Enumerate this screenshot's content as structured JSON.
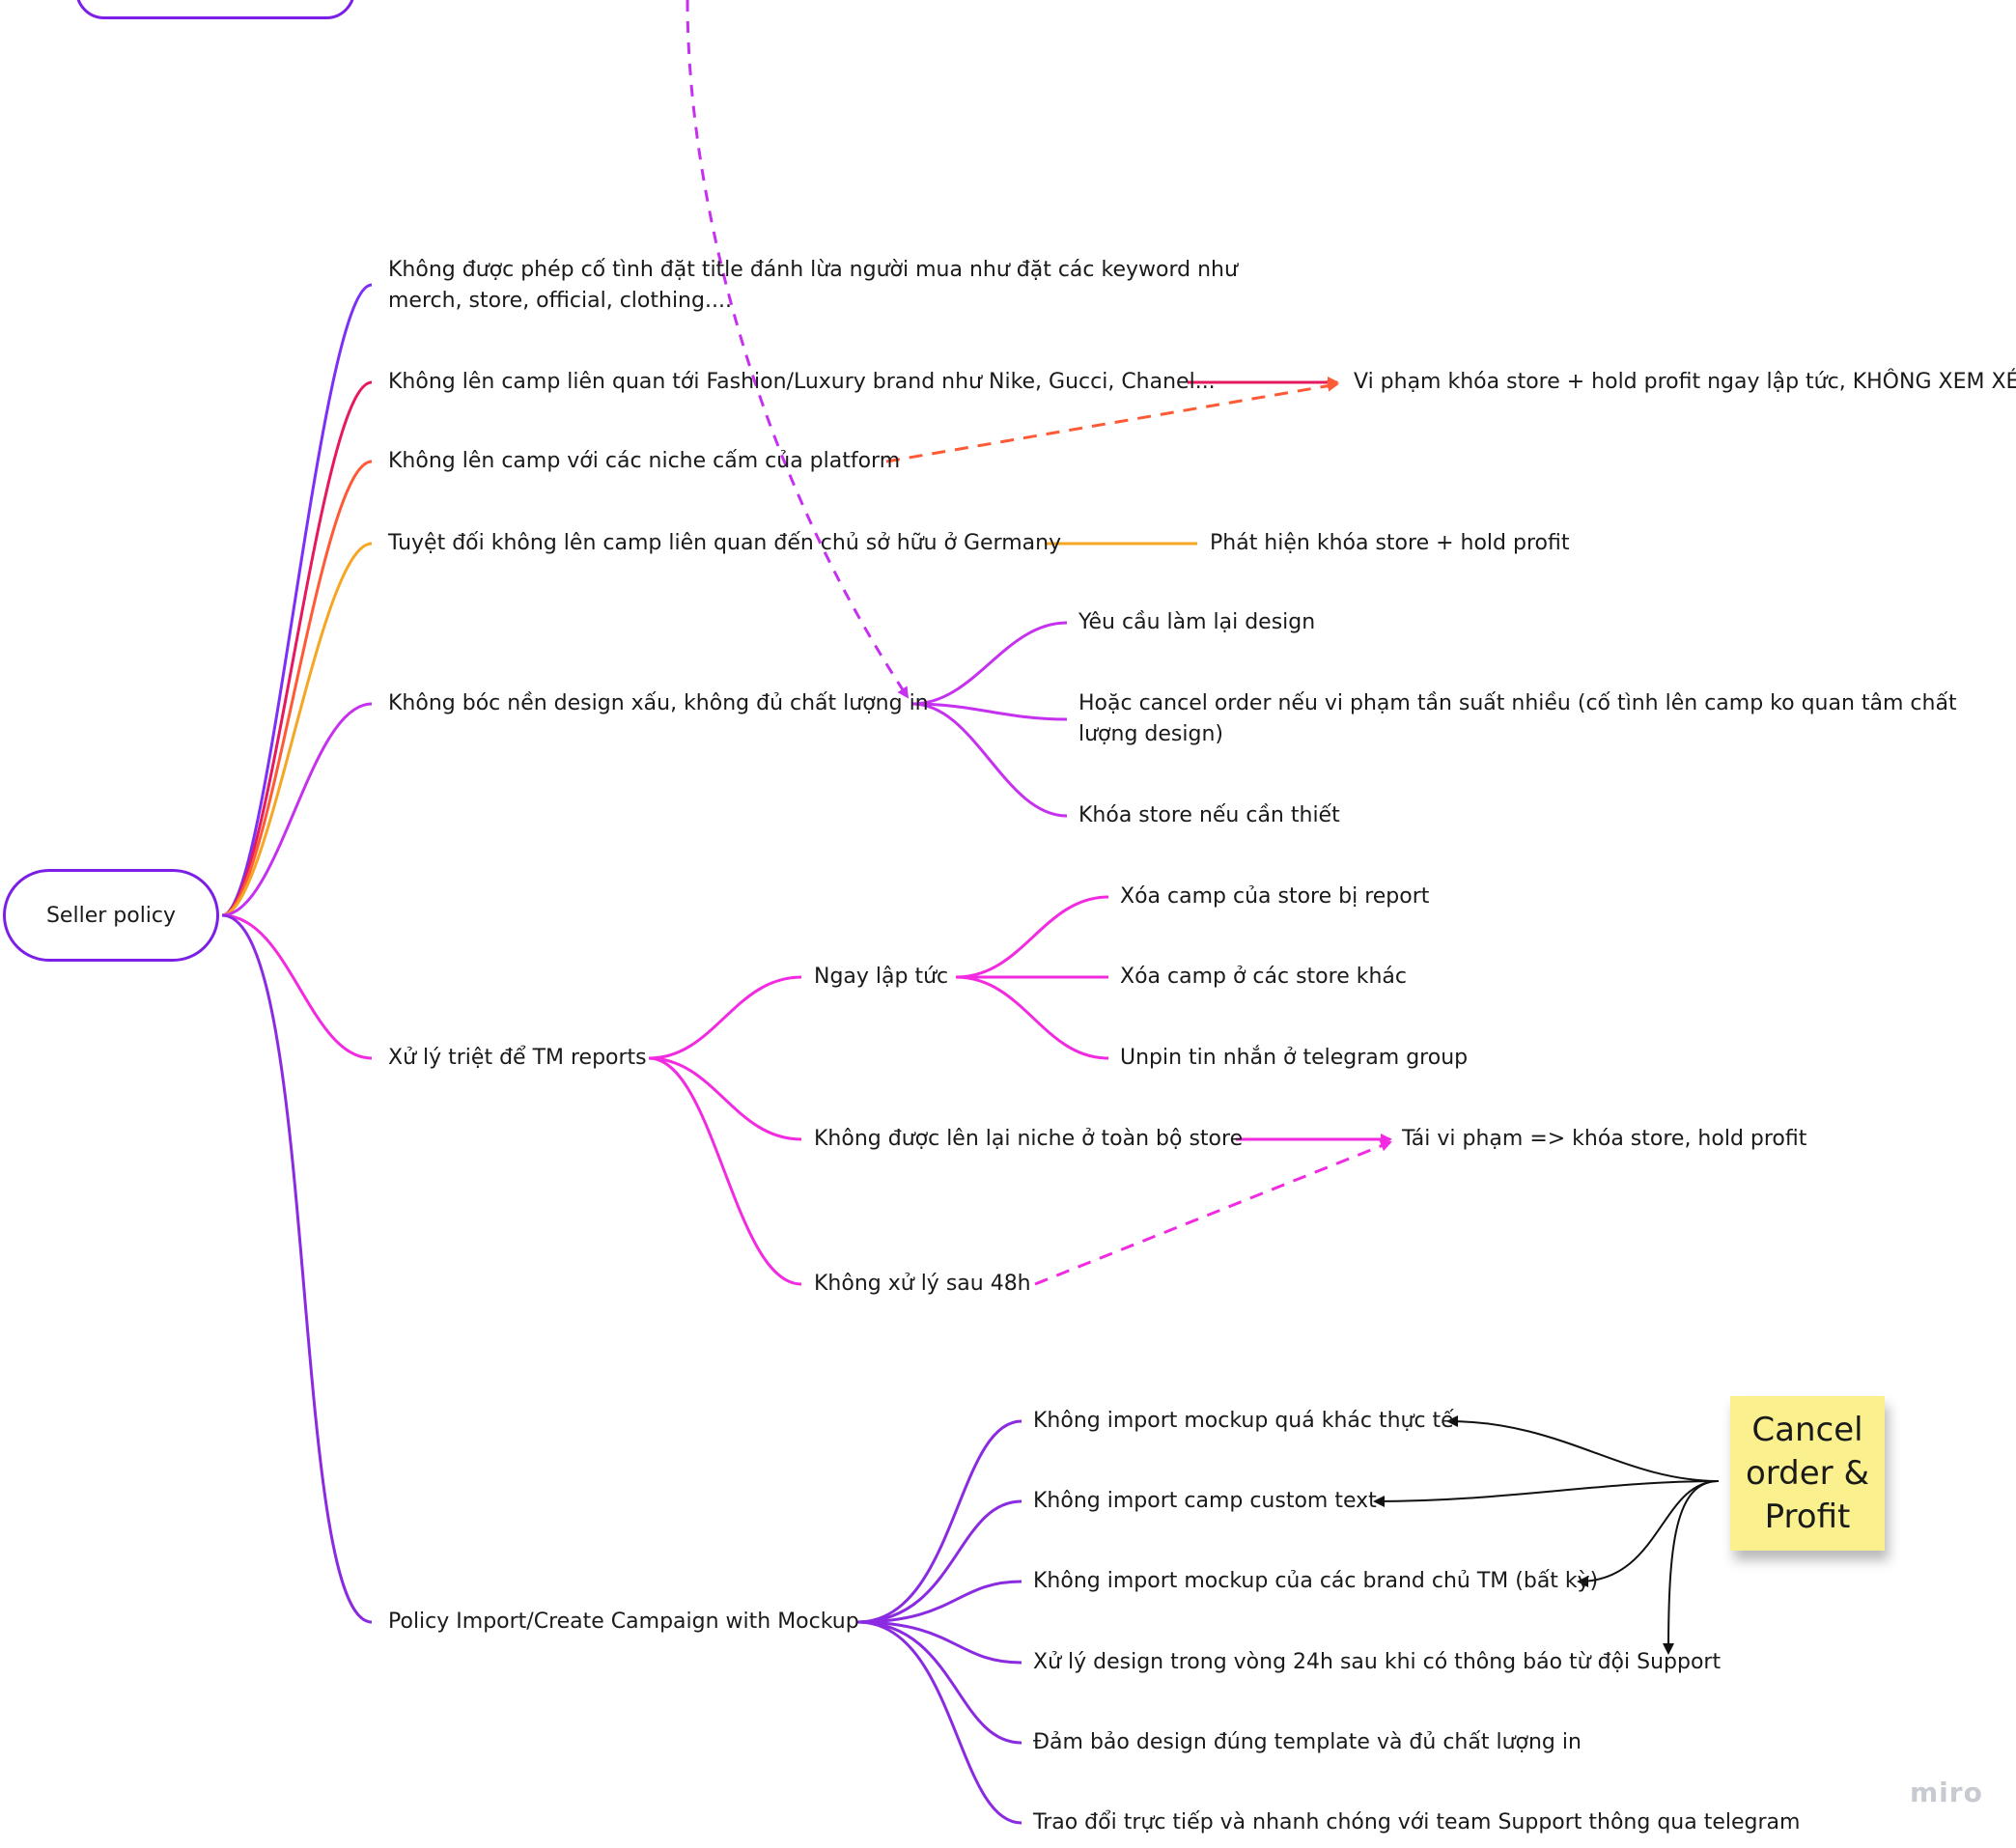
{
  "root": {
    "label": "Seller policy"
  },
  "branches": [
    {
      "label": "Không được phép cố tình đặt title đánh lừa người mua như đặt các keyword như merch, store, official, clothing....",
      "color": "#7b2ff7"
    },
    {
      "label": "Không lên camp liên quan tới Fashion/Luxury brand như Nike, Gucci, Chanel...",
      "color": "#e6195f"
    },
    {
      "label": "Không lên camp với các niche cấm của platform",
      "color": "#ff5a36"
    },
    {
      "label": "Tuyệt đối không lên camp liên quan đến chủ sở hữu ở Germany",
      "color": "#f5a623"
    },
    {
      "label": "Không bóc nền design xấu, không đủ chất lượng in",
      "color": "#c631f0"
    },
    {
      "label": "Xử lý triệt để TM reports",
      "color": "#f22ae0"
    },
    {
      "label": "Policy Import/Create Campaign with Mockup",
      "color": "#8a2be2"
    }
  ],
  "consequences": {
    "fashion": "Vi phạm khóa store + hold profit ngay lập tức, KHÔNG XEM XÉT",
    "germany": "Phát hiện khóa store + hold profit"
  },
  "design_children": [
    "Yêu cầu làm lại design",
    "Hoặc cancel order nếu vi phạm tần suất nhiều (cố tình lên camp ko quan tâm chất lượng design)",
    "Khóa store nếu cần thiết"
  ],
  "tm_children": {
    "immediate": "Ngay lập tức",
    "immediate_children": [
      "Xóa camp của store bị report",
      "Xóa camp ở các store khác",
      "Unpin tin nhắn ở telegram group"
    ],
    "no_relaunch": "Không được lên lại niche ở toàn bộ store",
    "no_handle": "Không xử lý sau 48h",
    "repeat": "Tái vi phạm => khóa store, hold profit"
  },
  "mockup_children": [
    "Không import mockup quá khác thực tế",
    "Không import camp custom text",
    "Không import mockup của các brand chủ TM (bất kỳ)",
    "Xử lý design trong vòng 24h sau khi có thông báo từ đội Support",
    "Đảm bảo design đúng template và đủ chất lượng in",
    "Trao đổi trực tiếp và nhanh chóng với team Support thông qua telegram"
  ],
  "sticky": {
    "text": "Cancel order & Profit",
    "color": "#fbf08e"
  },
  "watermark": "miro"
}
